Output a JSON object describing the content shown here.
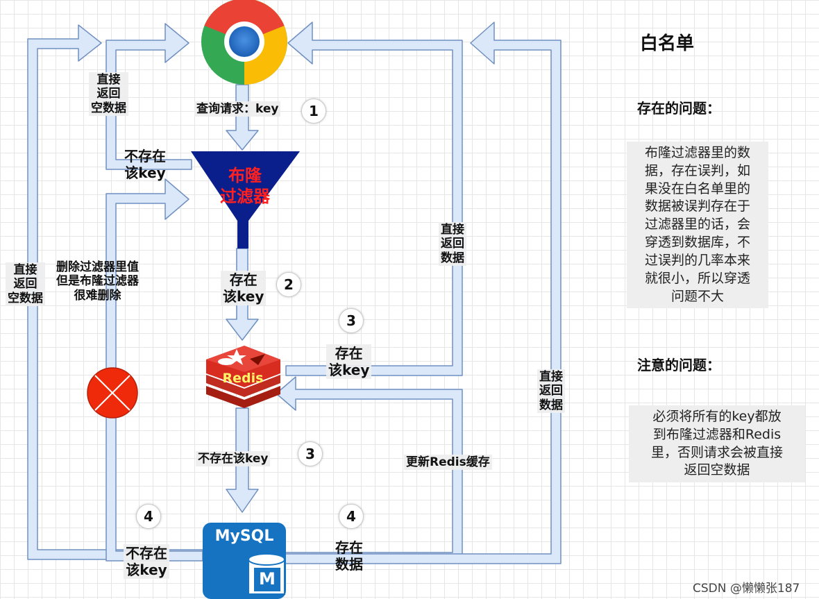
{
  "sidebar": {
    "title": "白名单",
    "problem_heading": "存在的问题：",
    "problem_text": "布隆过滤器里的数\n据，存在误判，如\n果没在白名单里的\n数据被误判存在于\n过滤器里的话，会\n穿透到数据库，不\n过误判的几率本来\n就很小，所以穿透\n问题不大",
    "note_heading": "注意的问题：",
    "note_text": "必须将所有的key都放\n到布隆过滤器和Redis\n里，否则请求会被直接\n返回空数据"
  },
  "nodes": {
    "filter_label": "布隆\n过滤器",
    "redis_label": "Redis",
    "mysql_label": "MySQL",
    "mysql_badge": "M"
  },
  "labels": {
    "query_request": "查询请求：key",
    "not_exist_key_top": "不存在\n该key",
    "return_empty_top": "直接\n返回\n空数据",
    "return_empty_left": "直接\n返回\n空数据",
    "delete_note": "删除过滤器里值\n但是布隆过滤器\n很难删除",
    "exist_key_mid": "存在\n该key",
    "exist_key_redis": "存在\n该key",
    "return_data_mid": "直接\n返回\n数据",
    "return_data_right": "直接\n返回\n数据",
    "not_exist_key_redis": "不存在该key",
    "update_redis": "更新Redis缓存",
    "not_exist_key_bottom": "不存在\n该key",
    "exist_data_bottom": "存在\n数据"
  },
  "steps": {
    "s1": "1",
    "s2": "2",
    "s3a": "3",
    "s3b": "3",
    "s4a": "4",
    "s4b": "4"
  },
  "colors": {
    "arrow_fill": "#dbe8fa",
    "arrow_stroke": "#6f8fc0",
    "filter_blue": "#0a1f8c",
    "filter_text": "#ff2020",
    "redis_red": "#d82c20",
    "mysql_blue": "#1573c2",
    "stop_red": "#ee2a0a"
  },
  "watermark": "CSDN @懒懒张187"
}
